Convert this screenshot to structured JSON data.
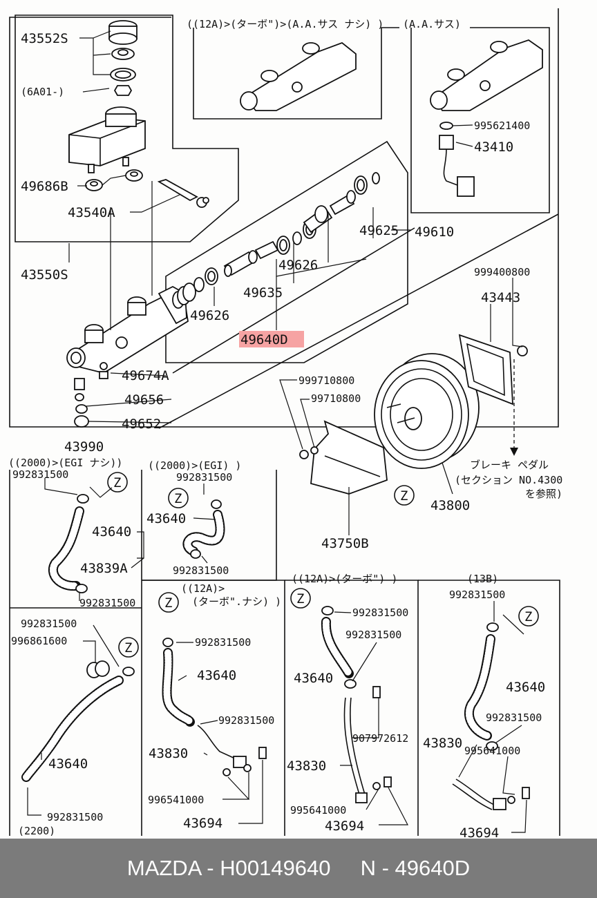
{
  "footer": {
    "text": "MAZDA - H00149640     N - 49640D"
  },
  "headers": {
    "top_mid": "((12A)>(ターボ\")>(A.A.サス ナシ) )",
    "top_right": "(A.A.サス)",
    "mid_left": "((2000)>(EGI ナシ))",
    "mid_center": "((2000)>(EGI) )",
    "bot_center_line1": "((12A)>",
    "bot_center_line2": "(ターボ\".ナシ) )",
    "bot_right": "((12A)>(ターボ\") )",
    "bot_far_right": "(13B)",
    "bot_left_bottom": "(2200)"
  },
  "labels": {
    "p43552S": "43552S",
    "p6A01": "(6A01-)",
    "p49686B": "49686B",
    "p43540A": "43540A",
    "p43550S": "43550S",
    "p49610": "49610",
    "p49625": "49625",
    "p49626a": "49626",
    "p49626b": "49626",
    "p49635": "49635",
    "p49640D": "49640D",
    "p49674A": "49674A",
    "p49656": "49656",
    "p49652": "49652",
    "p43990": "43990",
    "p995621400": "995621400",
    "p43410": "43410",
    "p999400800": "999400800",
    "p43443": "43443",
    "p999710800": "999710800",
    "p99710800": "99710800",
    "p43800": "43800",
    "p43750B": "43750B",
    "brake_pedal_1": "ブレーキ ペダル",
    "brake_pedal_2": "(セクション NO.4300",
    "brake_pedal_3": "を参照)",
    "ml_992831500_top": "992831500",
    "ml_43640": "43640",
    "ml_43839A": "43839A",
    "ml_992831500_bot": "992831500",
    "mc_992831500_top": "992831500",
    "mc_43640": "43640",
    "mc_992831500_bot": "992831500",
    "bl_992831500_top": "992831500",
    "bl_996861600": "996861600",
    "bl_43640": "43640",
    "bl_992831500_bot": "992831500",
    "bc_992831500_top": "992831500",
    "bc_43640": "43640",
    "bc_992831500_mid": "992831500",
    "bc_43830": "43830",
    "bc_996541000": "996541000",
    "bc_43694": "43694",
    "br_992831500_top": "992831500",
    "br_992831500_mid": "992831500",
    "br_43640": "43640",
    "br_907972612": "907972612",
    "br_43830": "43830",
    "br_995641000": "995641000",
    "br_43694": "43694",
    "bfr_992831500_top": "992831500",
    "bfr_43640": "43640",
    "bfr_992831500_mid": "992831500",
    "bfr_43830": "43830",
    "bfr_995641000": "995641000",
    "bfr_43694": "43694",
    "z": "Z"
  },
  "colors": {
    "highlight": "#f6a3a3",
    "footer_bg": "#7b7b7b",
    "footer_text": "#ffffff"
  }
}
